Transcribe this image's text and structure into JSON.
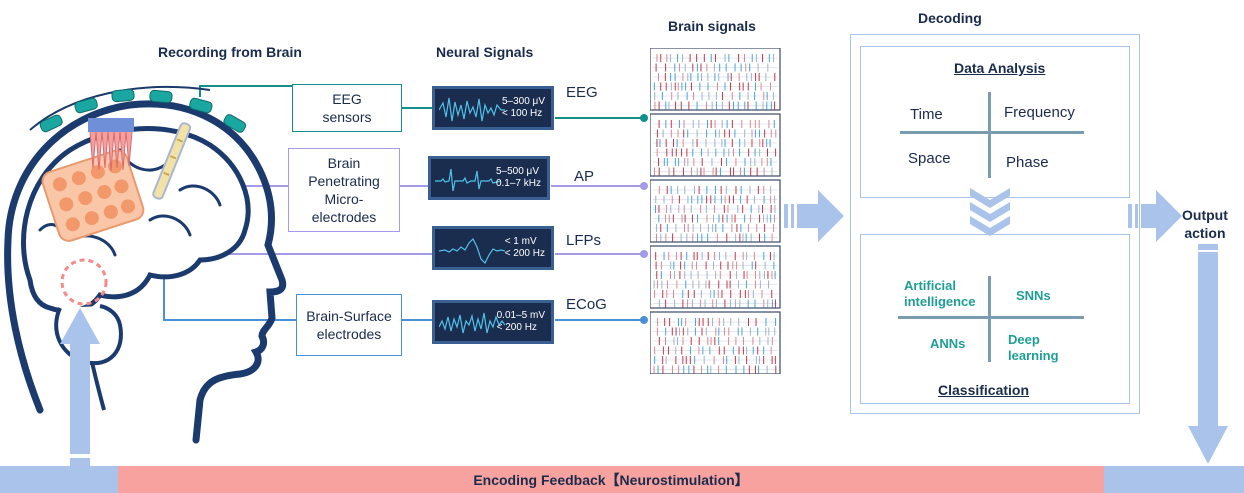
{
  "headers": {
    "recording": "Recording from Brain",
    "neural_signals": "Neural Signals",
    "brain_signals": "Brain signals",
    "decoding": "Decoding"
  },
  "sensors": [
    {
      "label": "EEG sensors",
      "color": "#138f8c"
    },
    {
      "label": "Brain Penetrating Micro-electrodes",
      "color": "#a39be8"
    },
    {
      "label": "Brain-Surface electrodes",
      "color": "#4a90d9"
    }
  ],
  "signals": [
    {
      "name": "EEG",
      "spec_line1": "5–300 μV",
      "spec_line2": "< 100 Hz",
      "color": "#138f8c"
    },
    {
      "name": "AP",
      "spec_line1": "5–500 μV",
      "spec_line2": "0.1–7 kHz",
      "color": "#a39be8"
    },
    {
      "name": "LFPs",
      "spec_line1": "< 1 mV",
      "spec_line2": "< 200 Hz",
      "color": "#a39be8"
    },
    {
      "name": "ECoG",
      "spec_line1": "0.01–5 mV",
      "spec_line2": "< 200 Hz",
      "color": "#4a90d9"
    }
  ],
  "data_analysis": {
    "title": "Data Analysis",
    "quadrants": [
      "Time",
      "Frequency",
      "Space",
      "Phase"
    ]
  },
  "classification": {
    "title": "Classification",
    "methods": [
      "Artificial intelligence",
      "SNNs",
      "ANNs",
      "Deep learning"
    ]
  },
  "output": {
    "line1": "Output",
    "line2": "action"
  },
  "feedback": "Encoding Feedback【Neurostimulation】",
  "colors": {
    "navy": "#1a2b4c",
    "teal": "#1f9e96",
    "lilac": "#a39be8",
    "blue": "#4a90d9",
    "arrow": "#a9c3ea",
    "feedback_bar": "#f7a29e"
  }
}
